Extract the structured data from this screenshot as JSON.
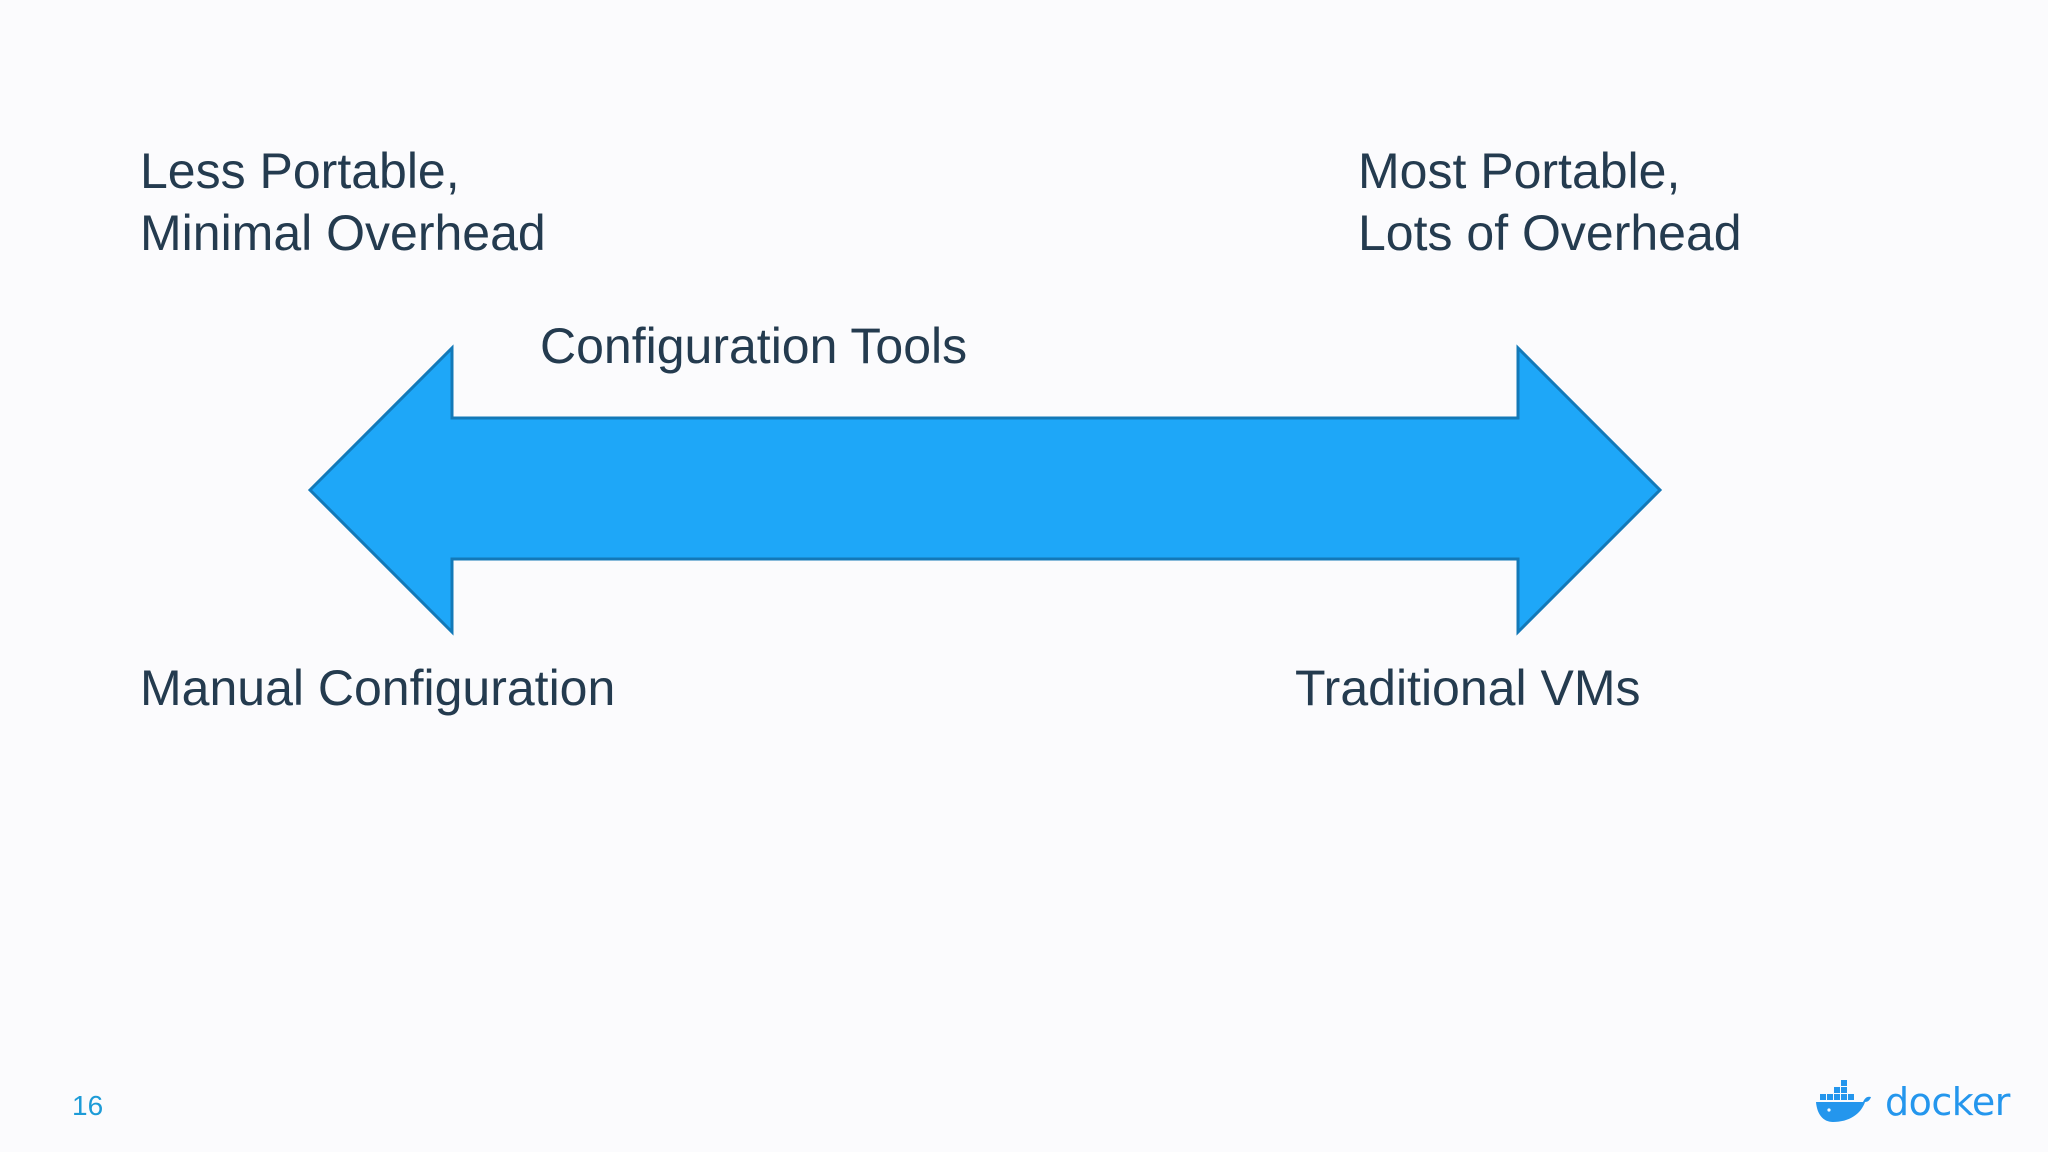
{
  "slide": {
    "top_left": [
      "Less Portable,",
      "Minimal Overhead"
    ],
    "top_right": [
      "Most Portable,",
      "Lots of Overhead"
    ],
    "middle_label": "Configuration Tools",
    "bottom_left": "Manual Configuration",
    "bottom_right": "Traditional VMs",
    "page_number": "16"
  },
  "logo": {
    "text": "docker",
    "icon": "docker-whale-icon"
  },
  "colors": {
    "arrow_fill": "#1ea7f8",
    "arrow_stroke": "#1379b8",
    "text": "#243b4f",
    "accent": "#2496ed"
  }
}
